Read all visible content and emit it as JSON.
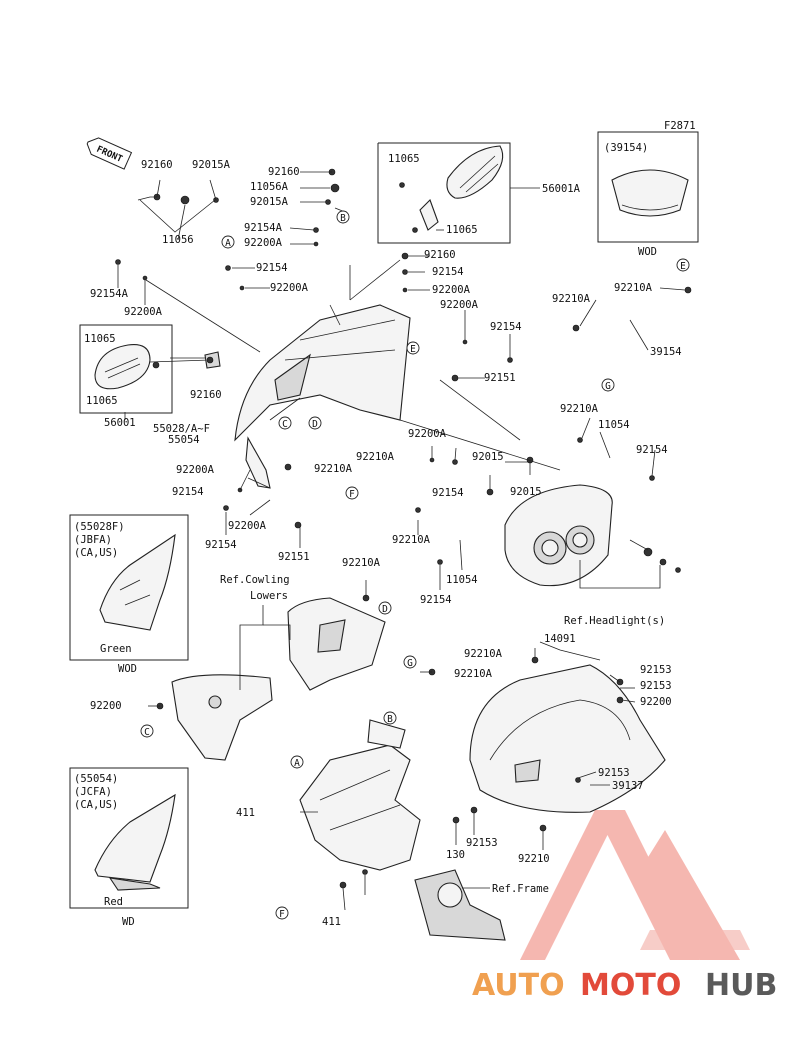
{
  "figure_code": "F2871",
  "front_label": "FRONT",
  "part_labels": [
    {
      "id": "p1",
      "text": "92160"
    },
    {
      "id": "p2",
      "text": "92015A"
    },
    {
      "id": "p3",
      "text": "11056"
    },
    {
      "id": "p4",
      "text": "92160"
    },
    {
      "id": "p5",
      "text": "11056A"
    },
    {
      "id": "p6",
      "text": "92015A"
    },
    {
      "id": "p7",
      "text": "11065"
    },
    {
      "id": "p8",
      "text": "56001A"
    },
    {
      "id": "p9",
      "text": "11065"
    },
    {
      "id": "p10",
      "text": "92154A"
    },
    {
      "id": "p11",
      "text": "92200A"
    },
    {
      "id": "p12",
      "text": "92160"
    },
    {
      "id": "p13",
      "text": "92154"
    },
    {
      "id": "p14",
      "text": "92154"
    },
    {
      "id": "p15",
      "text": "92200A"
    },
    {
      "id": "p16",
      "text": "92200A"
    },
    {
      "id": "p17",
      "text": "92154A"
    },
    {
      "id": "p18",
      "text": "92200A"
    },
    {
      "id": "p19",
      "text": "92200A"
    },
    {
      "id": "p20",
      "text": "92154"
    },
    {
      "id": "p21",
      "text": "92151"
    },
    {
      "id": "p22",
      "text": "11065"
    },
    {
      "id": "p23",
      "text": "11065"
    },
    {
      "id": "p24",
      "text": "92160"
    },
    {
      "id": "p25",
      "text": "56001"
    },
    {
      "id": "p26",
      "text": "55028/A~F"
    },
    {
      "id": "p27",
      "text": "55054"
    },
    {
      "id": "p28",
      "text": "92210A"
    },
    {
      "id": "p29",
      "text": "92200A"
    },
    {
      "id": "p30",
      "text": "92200A"
    },
    {
      "id": "p31",
      "text": "92210A"
    },
    {
      "id": "p32",
      "text": "92154"
    },
    {
      "id": "p33",
      "text": "92015"
    },
    {
      "id": "p34",
      "text": "92015"
    },
    {
      "id": "p35",
      "text": "92154"
    },
    {
      "id": "p36",
      "text": "92200A"
    },
    {
      "id": "p37",
      "text": "92154"
    },
    {
      "id": "p38",
      "text": "92151"
    },
    {
      "id": "p39",
      "text": "92210A"
    },
    {
      "id": "p40",
      "text": "11054"
    },
    {
      "id": "p41",
      "text": "92154"
    },
    {
      "id": "p42",
      "text": "92210A"
    },
    {
      "id": "p43",
      "text": "11054"
    },
    {
      "id": "p44",
      "text": "92154"
    },
    {
      "id": "p45",
      "text": "92210A"
    },
    {
      "id": "p46",
      "text": "92210A"
    },
    {
      "id": "p47",
      "text": "39154"
    },
    {
      "id": "p48",
      "text": "92210A"
    },
    {
      "id": "p49",
      "text": "14091"
    },
    {
      "id": "p50",
      "text": "92210A"
    },
    {
      "id": "p51",
      "text": "92210A"
    },
    {
      "id": "p52",
      "text": "92200"
    },
    {
      "id": "p53",
      "text": "92153"
    },
    {
      "id": "p54",
      "text": "92153"
    },
    {
      "id": "p55",
      "text": "92200"
    },
    {
      "id": "p56",
      "text": "92153"
    },
    {
      "id": "p57",
      "text": "39137"
    },
    {
      "id": "p58",
      "text": "411"
    },
    {
      "id": "p59",
      "text": "130"
    },
    {
      "id": "p60",
      "text": "92153"
    },
    {
      "id": "p61",
      "text": "92210"
    },
    {
      "id": "p62",
      "text": "411"
    }
  ],
  "reference_labels": {
    "cowling_lowers_1": "Ref.Cowling",
    "cowling_lowers_2": "Lowers",
    "headlights": "Ref.Headlight(s)",
    "frame": "Ref.Frame"
  },
  "callouts": [
    "A",
    "B",
    "C",
    "D",
    "E",
    "F",
    "G"
  ],
  "inset_windshield": {
    "code": "(39154)",
    "variant": "WOD"
  },
  "inset_green": {
    "code": "(55028F)",
    "spec1": "(JBFA)",
    "spec2": "(CA,US)",
    "color": "Green",
    "variant": "WOD"
  },
  "inset_red": {
    "code": "(55054)",
    "spec1": "(JCFA)",
    "spec2": "(CA,US)",
    "color": "Red",
    "variant": "WD"
  },
  "watermark": {
    "part1": "AUTO",
    "part2": "MOTO",
    "part3": "HUB",
    "colors": {
      "part1": "#f0a050",
      "part2": "#e24a3a",
      "part3": "#5a5a5a",
      "mark": "#f4b0a8"
    }
  }
}
